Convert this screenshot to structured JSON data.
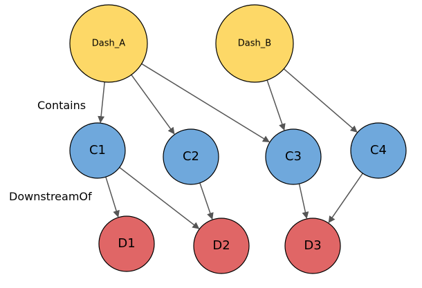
{
  "colors": {
    "dashboard": "#FDD867",
    "chart": "#6FA8DC",
    "dataset": "#E06666",
    "edge": "#555555",
    "border": "#000000"
  },
  "nodes": {
    "dash_a": {
      "label": "Dash_A",
      "kind": "dashboard"
    },
    "dash_b": {
      "label": "Dash_B",
      "kind": "dashboard"
    },
    "c1": {
      "label": "C1",
      "kind": "chart"
    },
    "c2": {
      "label": "C2",
      "kind": "chart"
    },
    "c3": {
      "label": "C3",
      "kind": "chart"
    },
    "c4": {
      "label": "C4",
      "kind": "chart"
    },
    "d1": {
      "label": "D1",
      "kind": "dataset"
    },
    "d2": {
      "label": "D2",
      "kind": "dataset"
    },
    "d3": {
      "label": "D3",
      "kind": "dataset"
    }
  },
  "edge_labels": {
    "contains": "Contains",
    "downstream_of": "DownstreamOf"
  },
  "edges": [
    {
      "from": "dash_a",
      "to": "c1"
    },
    {
      "from": "dash_a",
      "to": "c2"
    },
    {
      "from": "dash_a",
      "to": "c3"
    },
    {
      "from": "dash_b",
      "to": "c3"
    },
    {
      "from": "dash_b",
      "to": "c4"
    },
    {
      "from": "c1",
      "to": "d1"
    },
    {
      "from": "c1",
      "to": "d2"
    },
    {
      "from": "c2",
      "to": "d2"
    },
    {
      "from": "c3",
      "to": "d3"
    },
    {
      "from": "c4",
      "to": "d3"
    }
  ]
}
